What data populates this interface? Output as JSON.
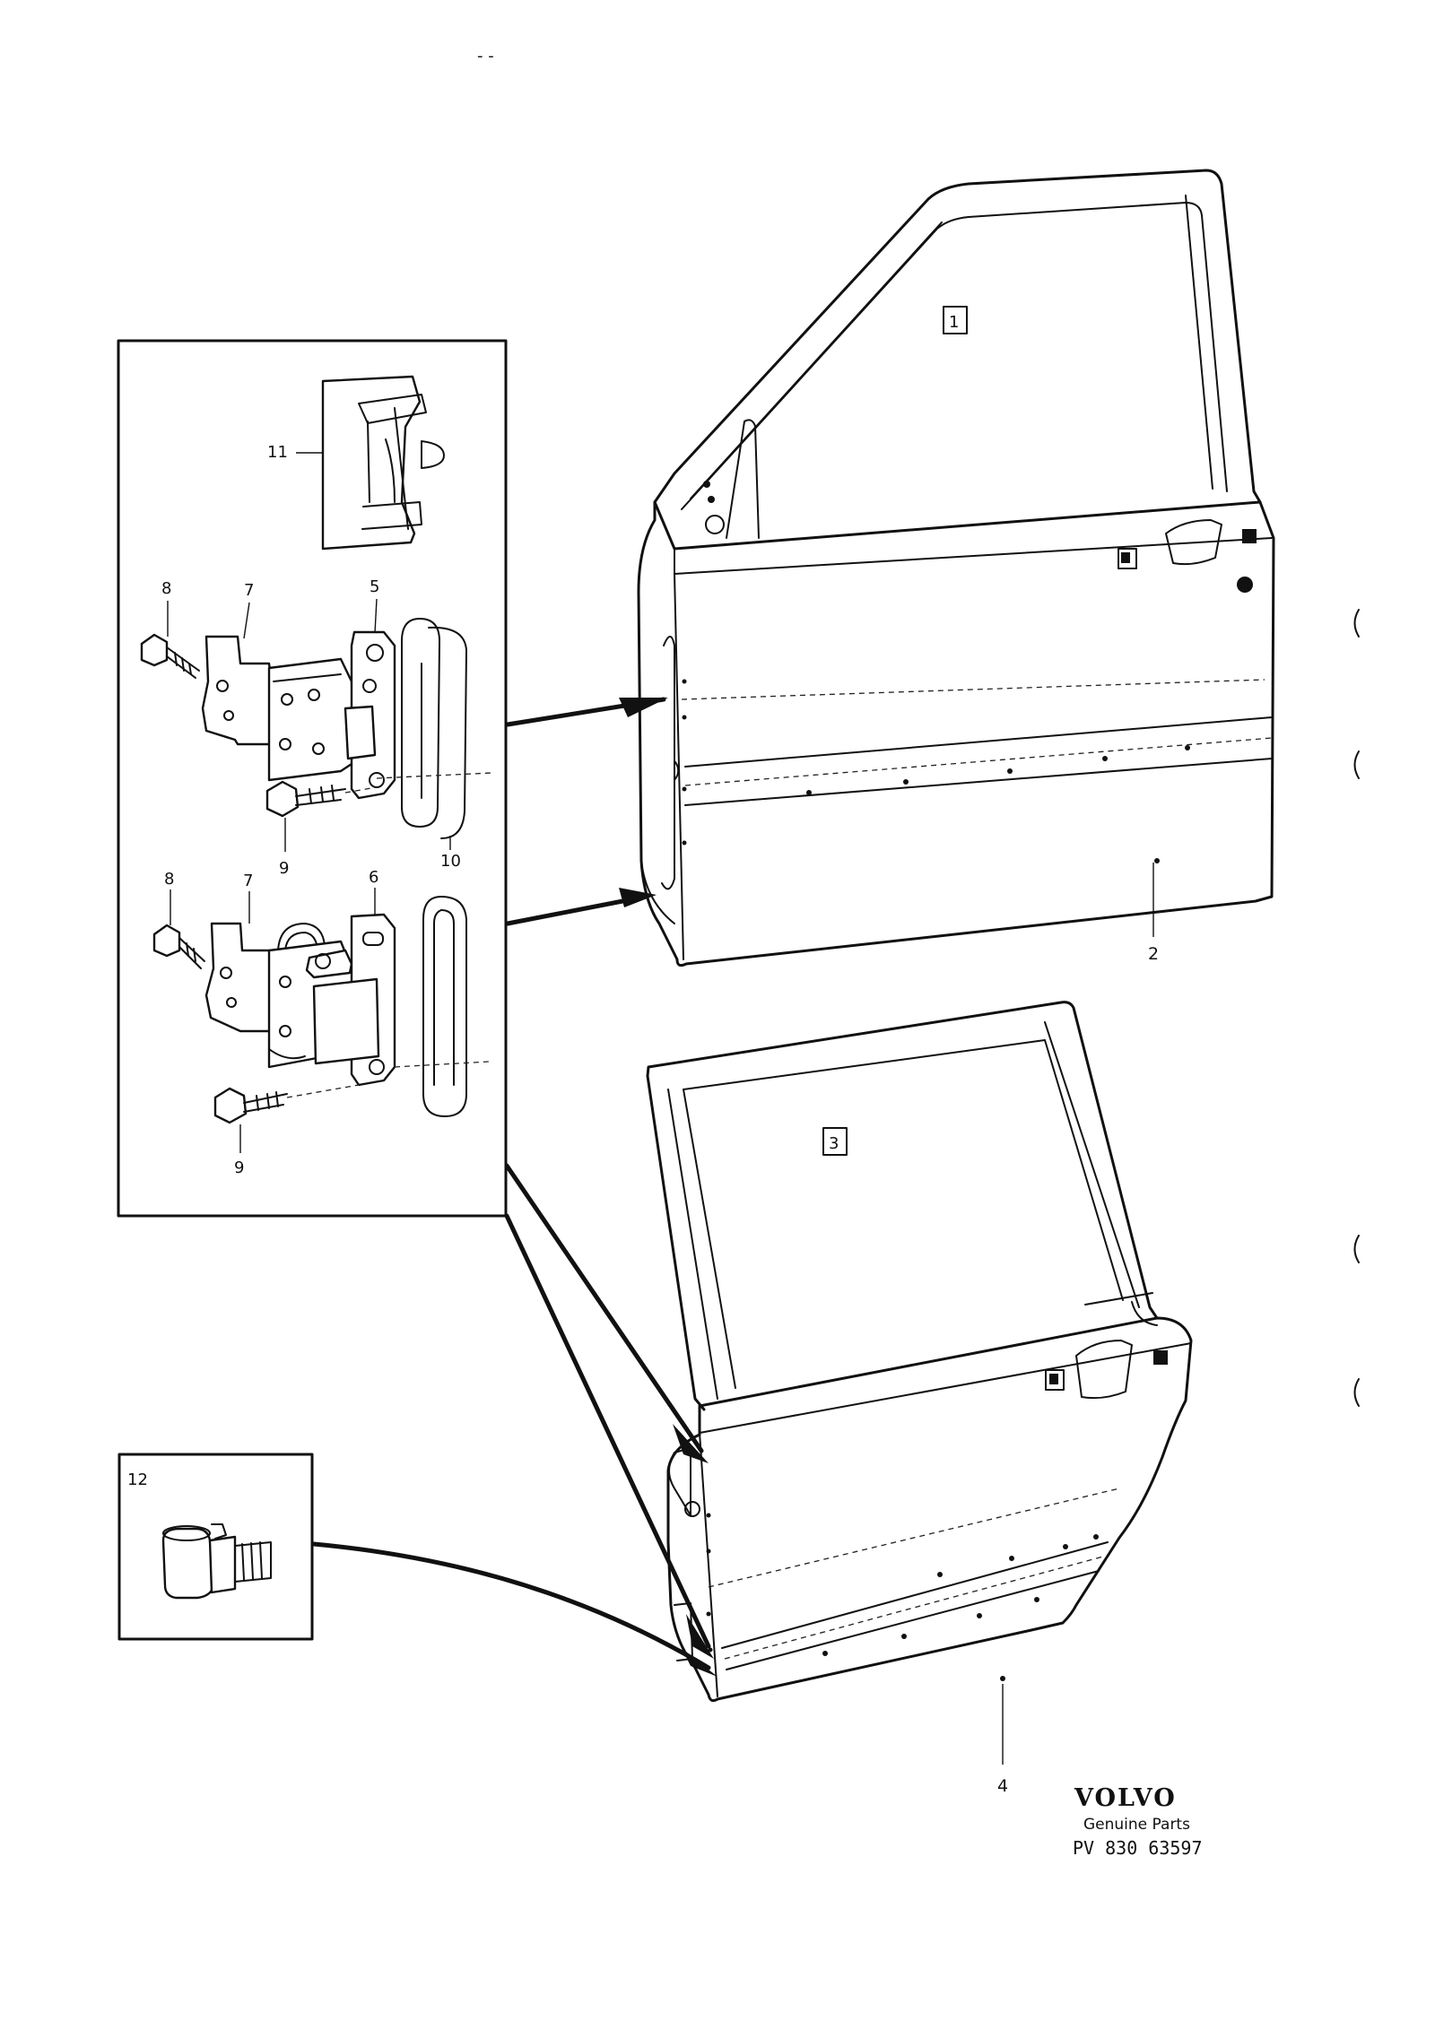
{
  "callouts": {
    "c1": "1",
    "c2": "2",
    "c3": "3",
    "c4": "4",
    "c5": "5",
    "c6": "6",
    "c7_upper": "7",
    "c7_lower": "7",
    "c8_upper": "8",
    "c8_lower": "8",
    "c9_upper": "9",
    "c9_lower": "9",
    "c10": "10",
    "c11": "11",
    "c12": "12"
  },
  "brand": {
    "name": "VOLVO",
    "subtitle": "Genuine Parts",
    "part_number": "PV 830 63597"
  },
  "marks": {
    "top_dash": "- -"
  }
}
